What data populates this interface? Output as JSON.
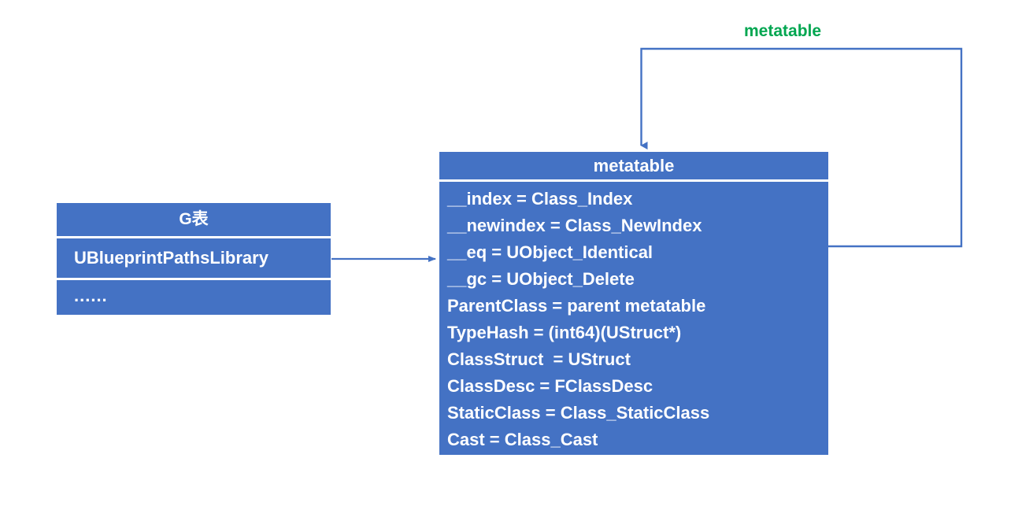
{
  "diagram": {
    "title_label": "metatable",
    "accent_blue": "#4472C4",
    "connector_blue": "#4472C4",
    "label_green": "#00A650",
    "text_white": "#FFFFFF"
  },
  "g_table": {
    "header": "G表",
    "rows": [
      "UBlueprintPathsLibrary",
      "......"
    ]
  },
  "metatable": {
    "header": "metatable",
    "rows": [
      "__index = Class_Index",
      "__newindex = Class_NewIndex",
      "__eq = UObject_Identical",
      "__gc = UObject_Delete",
      "ParentClass = parent metatable",
      "TypeHash = (int64)(UStruct*)",
      "ClassStruct  = UStruct",
      "ClassDesc = FClassDesc",
      "StaticClass = Class_StaticClass",
      "Cast = Class_Cast"
    ]
  },
  "edges": {
    "g_to_metatable": {
      "label": ""
    },
    "self_loop": {
      "label": "metatable"
    }
  }
}
